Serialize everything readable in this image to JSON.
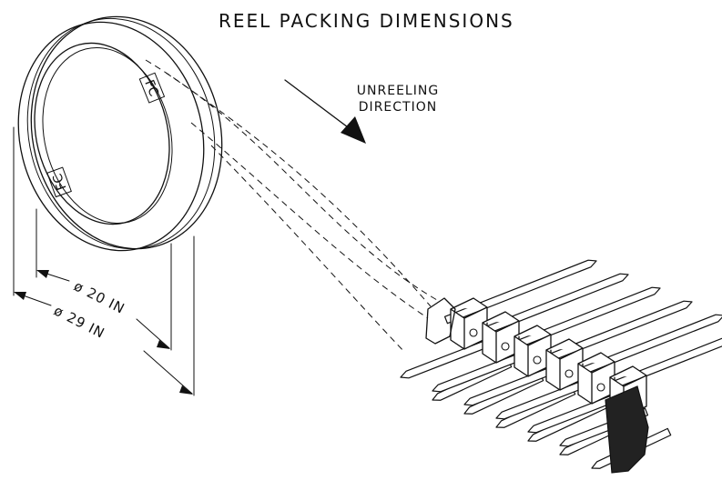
{
  "title": "REEL PACKING DIMENSIONS",
  "direction": {
    "line1": "UNREELING",
    "line2": "DIRECTION"
  },
  "dimensions": {
    "inner": "ø 20 IN",
    "outer": "ø 29 IN"
  },
  "reel_marks": {
    "top": "FC",
    "side": "FC"
  },
  "colors": {
    "ink": "#111111",
    "hatch": "#222222"
  }
}
